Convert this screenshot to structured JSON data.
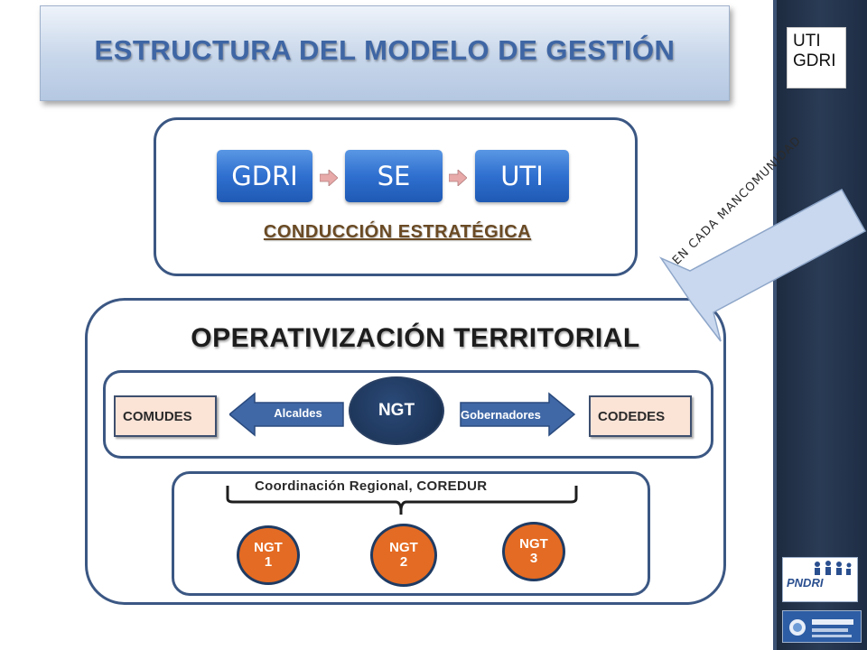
{
  "title": "ESTRUCTURA DEL MODELO DE GESTIÓN",
  "side_box": {
    "line1": "UTI",
    "line2": "GDRI"
  },
  "conduccion": {
    "flow": [
      "GDRI",
      "SE",
      "UTI"
    ],
    "label": "CONDUCCIÓN ESTRATÉGICA"
  },
  "operativizacion": {
    "title": "OPERATIVIZACIÓN TERRITORIAL",
    "left_box": "COMUDES",
    "left_arrow": "Alcaldes",
    "center": "NGT",
    "right_arrow": "Gobernadores",
    "right_box": "CODEDES",
    "coordination": "Coordinación Regional,   COREDUR",
    "sub_nodes": [
      {
        "line1": "NGT",
        "line2": "1"
      },
      {
        "line1": "NGT",
        "line2": "2"
      },
      {
        "line1": "NGT",
        "line2": "3"
      }
    ]
  },
  "callout": "EN CADA MANCOMUNIDAD",
  "logos": {
    "pndri": "PNDRI"
  },
  "colors": {
    "accent_blue": "#3b5783",
    "flow_blue": "#2f6fcf",
    "ngt_orange": "#e46b23",
    "sidebar": "#243550"
  }
}
